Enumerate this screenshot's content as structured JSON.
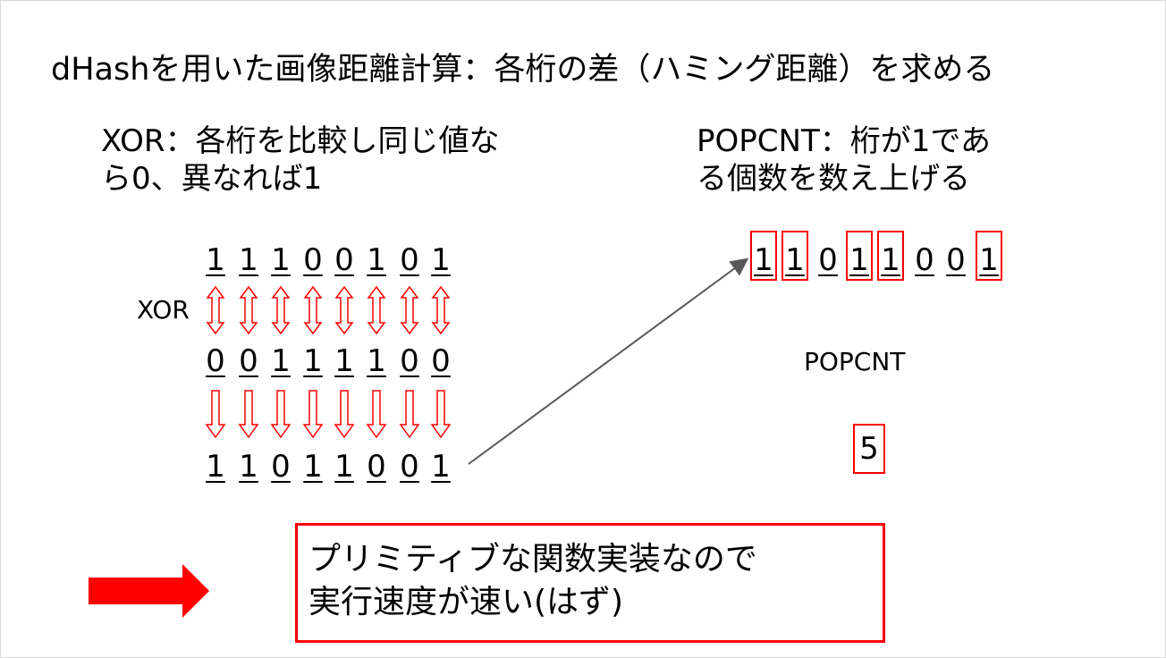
{
  "title": "dHashを用いた画像距離計算：各桁の差（ハミング距離）を求める",
  "xor_description": [
    "XOR：各桁を比較し同じ値な",
    "ら0、異なれば1"
  ],
  "popcnt_description": [
    "POPCNT：桁が1であ",
    "る個数を数え上げる"
  ],
  "xor_label": "XOR",
  "popcnt_label": "POPCNT",
  "bits_a": [
    "1",
    "1",
    "1",
    "0",
    "0",
    "1",
    "0",
    "1"
  ],
  "bits_b": [
    "0",
    "0",
    "1",
    "1",
    "1",
    "1",
    "0",
    "0"
  ],
  "bits_result": [
    "1",
    "1",
    "0",
    "1",
    "1",
    "0",
    "0",
    "1"
  ],
  "popcnt_bits": [
    "1",
    "1",
    "0",
    "1",
    "1",
    "0",
    "0",
    "1"
  ],
  "popcnt_highlight": [
    true,
    true,
    false,
    true,
    true,
    false,
    false,
    true
  ],
  "count": "5",
  "note": [
    "プリミティブな関数実装なので",
    "実行速度が速い(はず)"
  ],
  "colors": {
    "accent": "#ff0000",
    "arrow": "#595959"
  }
}
